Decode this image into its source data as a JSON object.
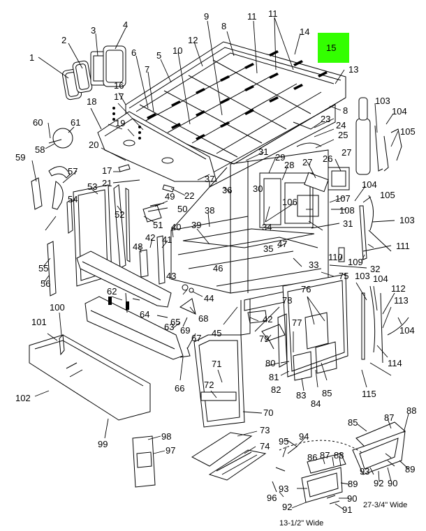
{
  "diagram": {
    "highlight": {
      "label": "15",
      "color": "#33ff00"
    },
    "captions": {
      "narrow_width": "13-1/2\" Wide",
      "wide_width": "27-3/4\" Wide"
    },
    "callouts": [
      "1",
      "2",
      "3",
      "4",
      "5",
      "6",
      "7",
      "8",
      "8",
      "9",
      "10",
      "11",
      "11",
      "12",
      "13",
      "14",
      "15",
      "16",
      "17",
      "17",
      "18",
      "19",
      "20",
      "21",
      "22",
      "23",
      "24",
      "25",
      "26",
      "27",
      "27",
      "28",
      "29",
      "30",
      "31",
      "31",
      "32",
      "33",
      "34",
      "35",
      "36",
      "37",
      "38",
      "39",
      "40",
      "41",
      "42",
      "42",
      "43",
      "44",
      "45",
      "46",
      "47",
      "48",
      "49",
      "50",
      "51",
      "52",
      "53",
      "54",
      "55",
      "56",
      "57",
      "58",
      "59",
      "60",
      "61",
      "62",
      "63",
      "64",
      "65",
      "66",
      "67",
      "68",
      "69",
      "70",
      "71",
      "72",
      "73",
      "74",
      "75",
      "76",
      "77",
      "78",
      "79",
      "80",
      "81",
      "82",
      "83",
      "84",
      "85",
      "85",
      "86",
      "87",
      "87",
      "88",
      "88",
      "89",
      "89",
      "90",
      "90",
      "91",
      "92",
      "92",
      "93",
      "93",
      "94",
      "95",
      "96",
      "97",
      "98",
      "99",
      "100",
      "101",
      "102",
      "103",
      "103",
      "103",
      "104",
      "104",
      "104",
      "104",
      "105",
      "105",
      "106",
      "107",
      "108",
      "109",
      "110",
      "111",
      "112",
      "113",
      "114",
      "115"
    ]
  }
}
